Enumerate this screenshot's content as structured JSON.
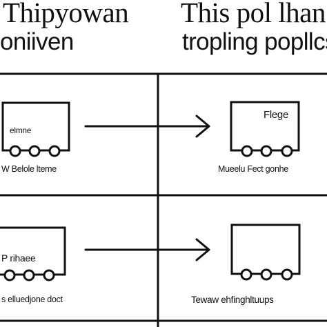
{
  "header": {
    "title_left": "Thipyowan",
    "title_right": "This pol lhan",
    "subtitle_left": "oniiven",
    "subtitle_right": "tropling popllcs spnc"
  },
  "panels": [
    {
      "box_label": "elmne",
      "caption": "W Belole lteme"
    },
    {
      "box_label": "Flege",
      "caption": "Mueelu Fect gonhe"
    },
    {
      "box_label": "P rihaee",
      "caption": "s elluedjone doct"
    },
    {
      "box_label": "",
      "caption": "Tewaw ehfinghltuups"
    }
  ],
  "icons": [
    "truck-icon",
    "arrow-right-icon"
  ]
}
